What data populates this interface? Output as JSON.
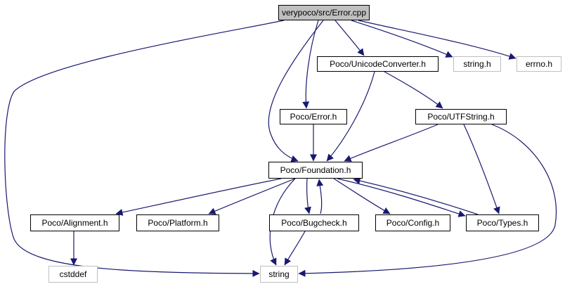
{
  "colors": {
    "edge": "#191970",
    "node_border": "#000000",
    "external_border": "#bfbfbf",
    "root_fill": "#bfbfbf"
  },
  "nodes": {
    "root": "verypoco/src/Error.cpp",
    "unicode_converter": "Poco/UnicodeConverter.h",
    "string_h": "string.h",
    "errno_h": "errno.h",
    "error_h": "Poco/Error.h",
    "utf_string": "Poco/UTFString.h",
    "foundation": "Poco/Foundation.h",
    "alignment": "Poco/Alignment.h",
    "platform": "Poco/Platform.h",
    "bugcheck": "Poco/Bugcheck.h",
    "config": "Poco/Config.h",
    "types": "Poco/Types.h",
    "cstddef": "cstddef",
    "string": "string"
  }
}
